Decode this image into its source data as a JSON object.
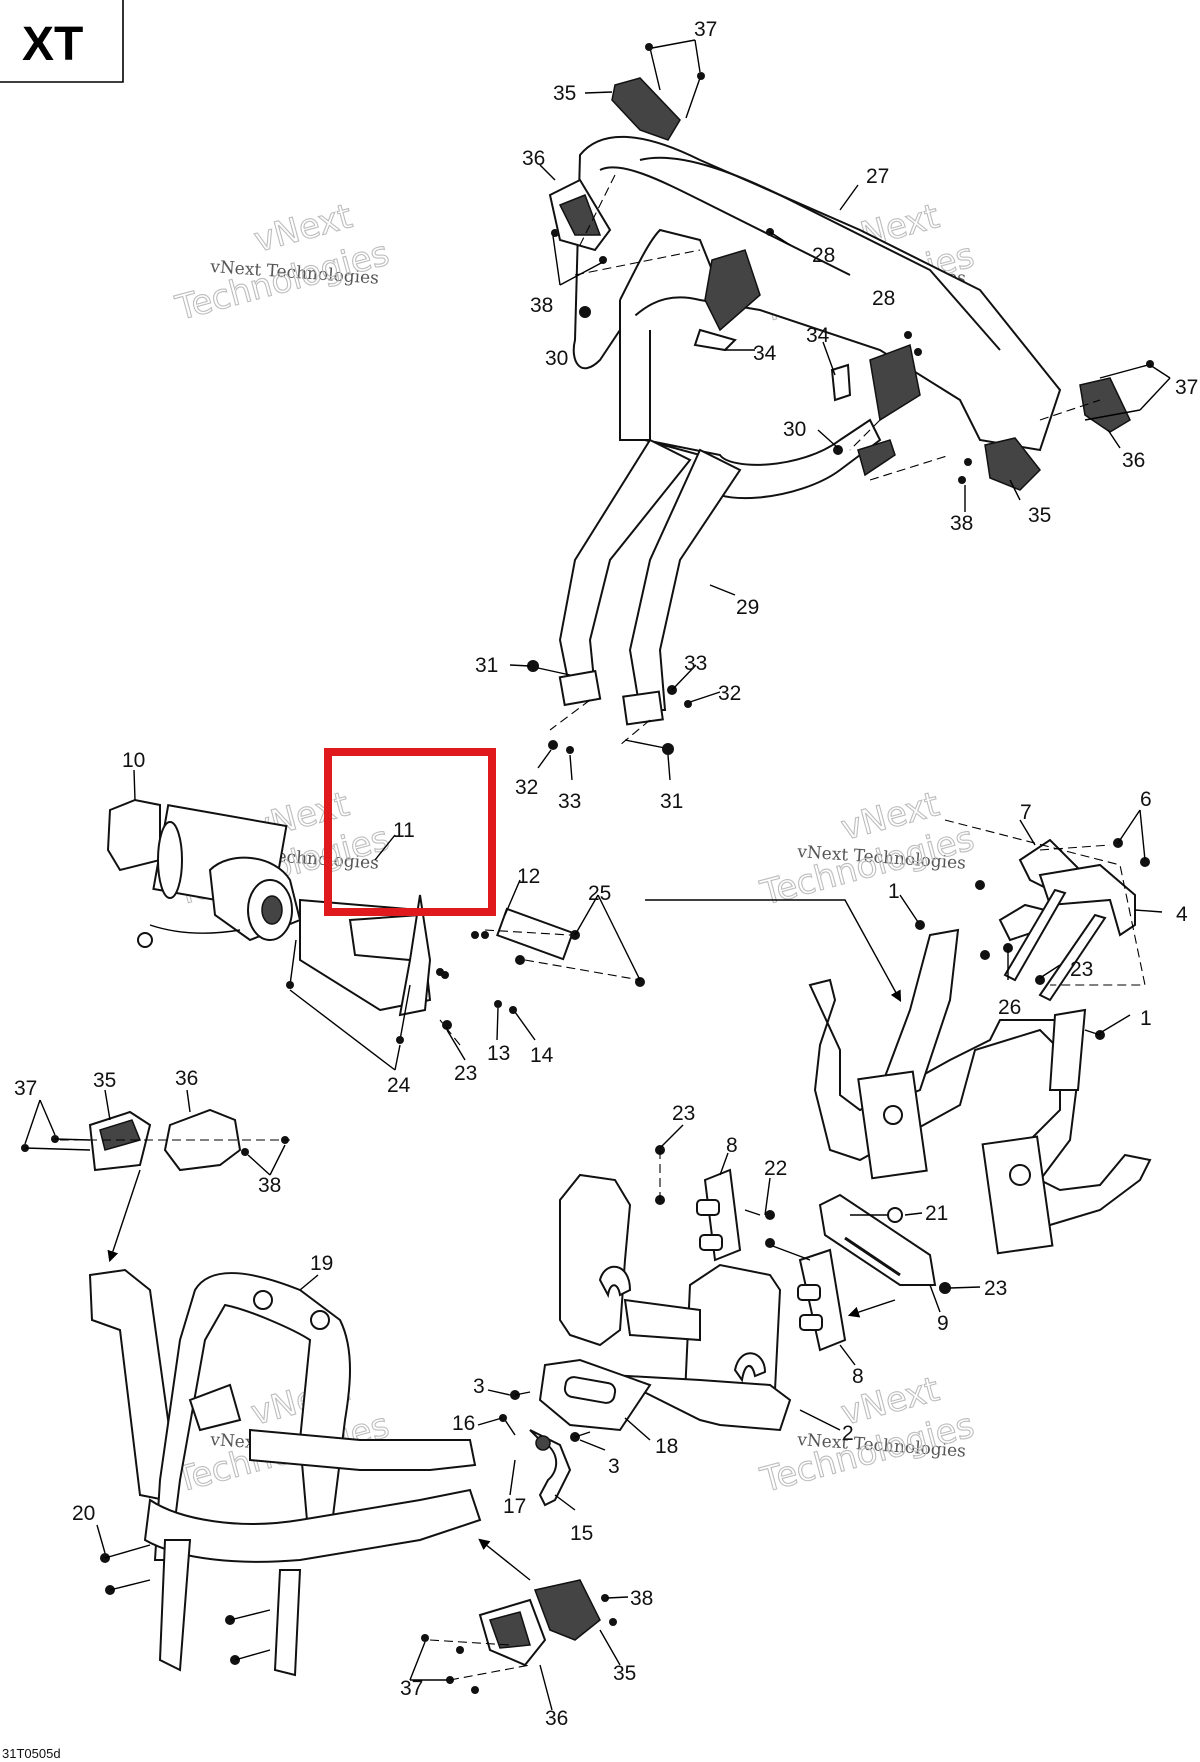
{
  "model_tag": "XT",
  "drawing_code": "31T0505d",
  "watermark": {
    "company": "vNext Technologies",
    "brand_word_1": "vNext",
    "brand_word_2": "Technologies"
  },
  "callouts": [
    {
      "id": "c37a",
      "text": "37"
    },
    {
      "id": "c35a",
      "text": "35"
    },
    {
      "id": "c36a",
      "text": "36"
    },
    {
      "id": "c27",
      "text": "27"
    },
    {
      "id": "c28a",
      "text": "28"
    },
    {
      "id": "c28b",
      "text": "28"
    },
    {
      "id": "c38a",
      "text": "38"
    },
    {
      "id": "c30a",
      "text": "30"
    },
    {
      "id": "c34a",
      "text": "34"
    },
    {
      "id": "c34b",
      "text": "34"
    },
    {
      "id": "c37b",
      "text": "37"
    },
    {
      "id": "c30b",
      "text": "30"
    },
    {
      "id": "c36b",
      "text": "36"
    },
    {
      "id": "c38b",
      "text": "38"
    },
    {
      "id": "c35b",
      "text": "35"
    },
    {
      "id": "c29",
      "text": "29"
    },
    {
      "id": "c31a",
      "text": "31"
    },
    {
      "id": "c33a",
      "text": "33"
    },
    {
      "id": "c32a",
      "text": "32"
    },
    {
      "id": "c32b",
      "text": "32"
    },
    {
      "id": "c33b",
      "text": "33"
    },
    {
      "id": "c31b",
      "text": "31"
    },
    {
      "id": "c10",
      "text": "10"
    },
    {
      "id": "c11",
      "text": "11"
    },
    {
      "id": "c12",
      "text": "12"
    },
    {
      "id": "c25",
      "text": "25"
    },
    {
      "id": "c7",
      "text": "7"
    },
    {
      "id": "c6",
      "text": "6"
    },
    {
      "id": "c1a",
      "text": "1"
    },
    {
      "id": "c4",
      "text": "4"
    },
    {
      "id": "c23a",
      "text": "23"
    },
    {
      "id": "c26",
      "text": "26"
    },
    {
      "id": "c1b",
      "text": "1"
    },
    {
      "id": "c13",
      "text": "13"
    },
    {
      "id": "c14",
      "text": "14"
    },
    {
      "id": "c24",
      "text": "24"
    },
    {
      "id": "c23b",
      "text": "23"
    },
    {
      "id": "c37c",
      "text": "37"
    },
    {
      "id": "c35c",
      "text": "35"
    },
    {
      "id": "c36c",
      "text": "36"
    },
    {
      "id": "c38c",
      "text": "38"
    },
    {
      "id": "c23c",
      "text": "23"
    },
    {
      "id": "c8a",
      "text": "8"
    },
    {
      "id": "c22",
      "text": "22"
    },
    {
      "id": "c21",
      "text": "21"
    },
    {
      "id": "c23d",
      "text": "23"
    },
    {
      "id": "c9",
      "text": "9"
    },
    {
      "id": "c8b",
      "text": "8"
    },
    {
      "id": "c19",
      "text": "19"
    },
    {
      "id": "c3a",
      "text": "3"
    },
    {
      "id": "c16",
      "text": "16"
    },
    {
      "id": "c2",
      "text": "2"
    },
    {
      "id": "c3b",
      "text": "3"
    },
    {
      "id": "c18",
      "text": "18"
    },
    {
      "id": "c17",
      "text": "17"
    },
    {
      "id": "c15",
      "text": "15"
    },
    {
      "id": "c20",
      "text": "20"
    },
    {
      "id": "c38d",
      "text": "38"
    },
    {
      "id": "c35d",
      "text": "35"
    },
    {
      "id": "c37d",
      "text": "37"
    },
    {
      "id": "c36d",
      "text": "36"
    }
  ],
  "highlight": {
    "target_callout": "11",
    "color": "#e0191c"
  },
  "colors": {
    "line": "#111111",
    "highlight": "#e0191c",
    "watermark": "#bdbdbd"
  }
}
